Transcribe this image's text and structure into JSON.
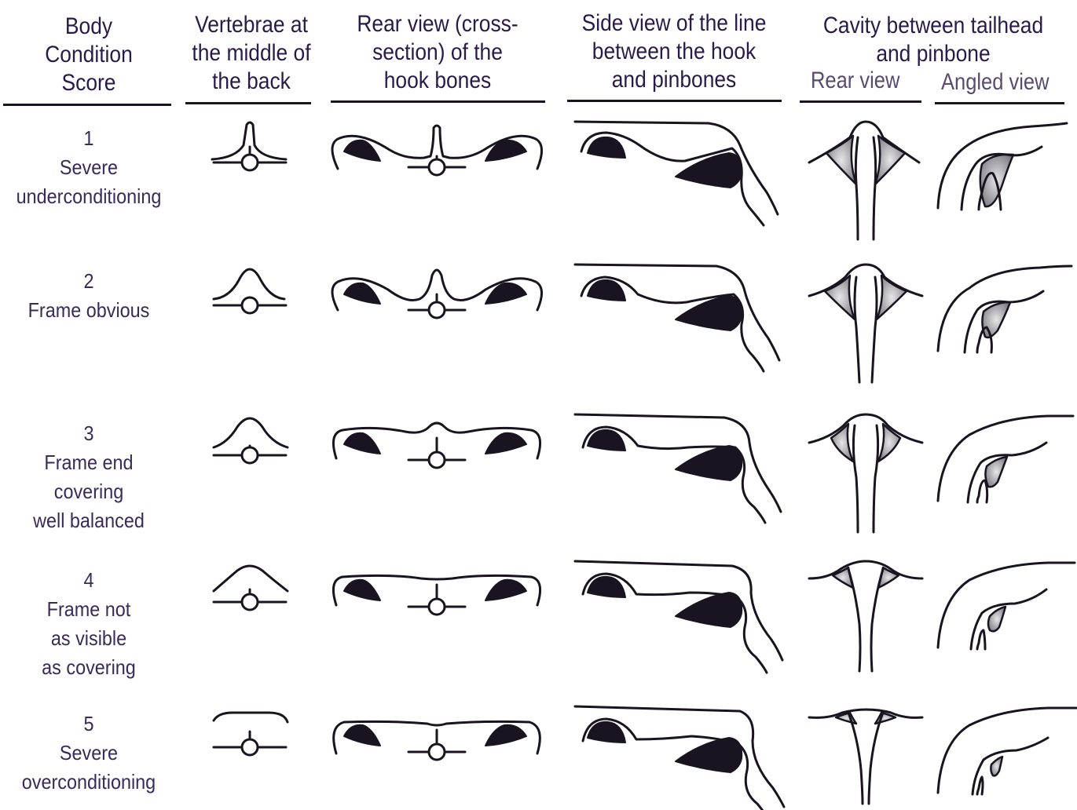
{
  "headers": {
    "score": [
      "Body",
      "Condition",
      "Score"
    ],
    "vertebrae": [
      "Vertebrae at",
      "the middle of",
      "the back"
    ],
    "rear": [
      "Rear view (cross-",
      "section) of the",
      "hook bones"
    ],
    "side": [
      "Side view of the line",
      "between the hook",
      "and pinbones"
    ],
    "cavity": [
      "Cavity between tailhead",
      "and pinbone"
    ],
    "cavity_rear": "Rear view",
    "cavity_angled": "Angled view"
  },
  "rows": [
    {
      "score": "1",
      "desc": [
        "Severe",
        "underconditioning"
      ]
    },
    {
      "score": "2",
      "desc": [
        "Frame obvious"
      ]
    },
    {
      "score": "3",
      "desc": [
        "Frame end",
        "covering",
        "well balanced"
      ]
    },
    {
      "score": "4",
      "desc": [
        "Frame not",
        "as visible",
        "as covering"
      ]
    },
    {
      "score": "5",
      "desc": [
        "Severe",
        "overconditioning"
      ]
    }
  ],
  "colors": {
    "ink": "#1a1420",
    "heading": "#2a1a4a",
    "shade": "#9a9aa0"
  }
}
